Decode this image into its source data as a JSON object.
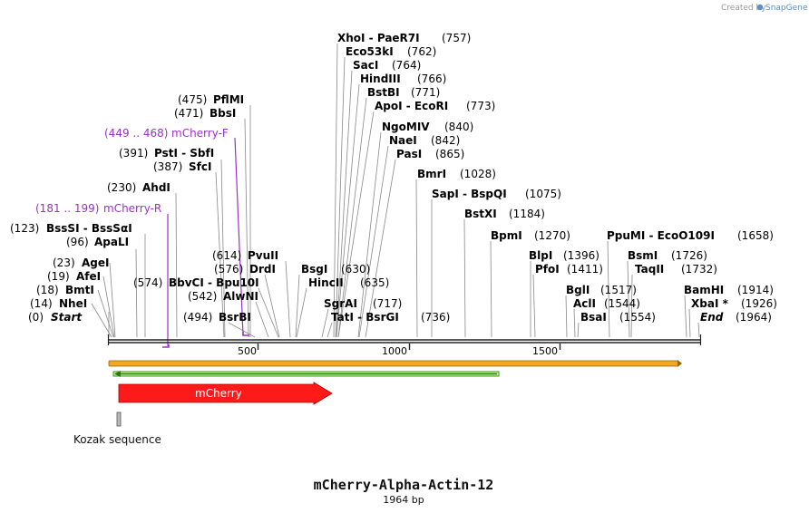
{
  "credit": {
    "prefix": "Created by",
    "brand": "SnapGene"
  },
  "map": {
    "title": "mCherry-Alpha-Actin-12",
    "subtitle": "1964 bp",
    "length": 1964,
    "ticks": [
      "500",
      "1000",
      "1500"
    ]
  },
  "sites": [
    {
      "name": "Start",
      "pos": "(0)",
      "style": "ital"
    },
    {
      "name": "NheI",
      "pos": "(14)"
    },
    {
      "name": "BmtI",
      "pos": "(18)"
    },
    {
      "name": "AfeI",
      "pos": "(19)"
    },
    {
      "name": "AgeI",
      "pos": "(23)"
    },
    {
      "name": "ApaLI",
      "pos": "(96)"
    },
    {
      "name": "BssSI - BssSαI",
      "pos": "(123)"
    },
    {
      "name": "AhdI",
      "pos": "(230)"
    },
    {
      "name": "SfcI",
      "pos": "(387)"
    },
    {
      "name": "PstI - SbfI",
      "pos": "(391)"
    },
    {
      "name": "BbsI",
      "pos": "(471)"
    },
    {
      "name": "PflMI",
      "pos": "(475)"
    },
    {
      "name": "BsrBI",
      "pos": "(494)"
    },
    {
      "name": "AlwNI",
      "pos": "(542)"
    },
    {
      "name": "BbvCI - Bpu10I",
      "pos": "(574)"
    },
    {
      "name": "DrdI",
      "pos": "(576)"
    },
    {
      "name": "PvuII",
      "pos": "(614)"
    },
    {
      "name": "BsgI",
      "pos": "(630)"
    },
    {
      "name": "HincII",
      "pos": "(635)"
    },
    {
      "name": "SgrAI",
      "pos": "(717)"
    },
    {
      "name": "TatI - BsrGI",
      "pos": "(736)"
    },
    {
      "name": "XhoI - PaeR7I",
      "pos": "(757)"
    },
    {
      "name": "Eco53kI",
      "pos": "(762)"
    },
    {
      "name": "SacI",
      "pos": "(764)"
    },
    {
      "name": "HindIII",
      "pos": "(766)"
    },
    {
      "name": "BstBI",
      "pos": "(771)"
    },
    {
      "name": "ApoI - EcoRI",
      "pos": "(773)"
    },
    {
      "name": "NgoMIV",
      "pos": "(840)"
    },
    {
      "name": "NaeI",
      "pos": "(842)"
    },
    {
      "name": "PasI",
      "pos": "(865)"
    },
    {
      "name": "BmrI",
      "pos": "(1028)"
    },
    {
      "name": "SapI - BspQI",
      "pos": "(1075)"
    },
    {
      "name": "BstXI",
      "pos": "(1184)"
    },
    {
      "name": "BpmI",
      "pos": "(1270)"
    },
    {
      "name": "BlpI",
      "pos": "(1396)"
    },
    {
      "name": "PfoI",
      "pos": "(1411)"
    },
    {
      "name": "BglI",
      "pos": "(1517)"
    },
    {
      "name": "AclI",
      "pos": "(1544)"
    },
    {
      "name": "BsaI",
      "pos": "(1554)"
    },
    {
      "name": "PpuMI - EcoO109I",
      "pos": "(1658)"
    },
    {
      "name": "BsmI",
      "pos": "(1726)"
    },
    {
      "name": "TaqII",
      "pos": "(1732)"
    },
    {
      "name": "BamHI",
      "pos": "(1914)"
    },
    {
      "name": "XbaI *",
      "pos": "(1926)"
    },
    {
      "name": "End",
      "pos": "(1964)",
      "style": "ital"
    }
  ],
  "primers": [
    {
      "name": "mCherry-R",
      "range": "(181 .. 199)"
    },
    {
      "name": "mCherry-F",
      "range": "(449 .. 468)"
    }
  ],
  "features": {
    "mcherry": {
      "label": "mCherry",
      "color": "#ff1a1a"
    },
    "kozak": {
      "label": "Kozak sequence",
      "color": "#bbbbbb"
    },
    "orange_bar_color": "#f5a623",
    "green_bar_color": "#3a9a1a"
  }
}
